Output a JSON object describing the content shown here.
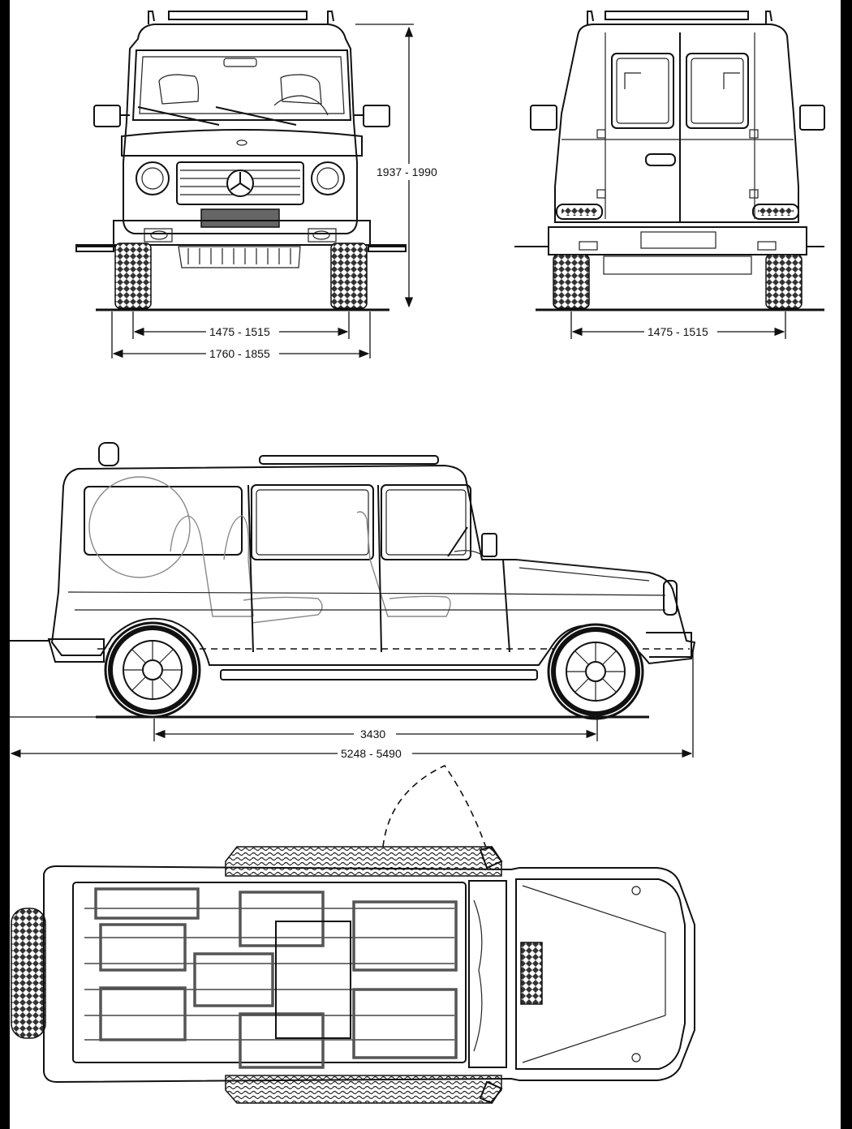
{
  "dimensions": {
    "front_height": "1937 - 1990",
    "front_track": "1475 - 1515",
    "front_width": "1760 - 1855",
    "rear_track": "1475 - 1515",
    "wheelbase": "3430",
    "overall_length": "5248 - 5490"
  },
  "colors": {
    "line": "#111111",
    "background": "#ffffff",
    "seat_outline": "#555555",
    "plate": "#666666"
  },
  "views": {
    "front": "front-view",
    "rear": "rear-view",
    "side": "side-view",
    "top": "top-view"
  }
}
